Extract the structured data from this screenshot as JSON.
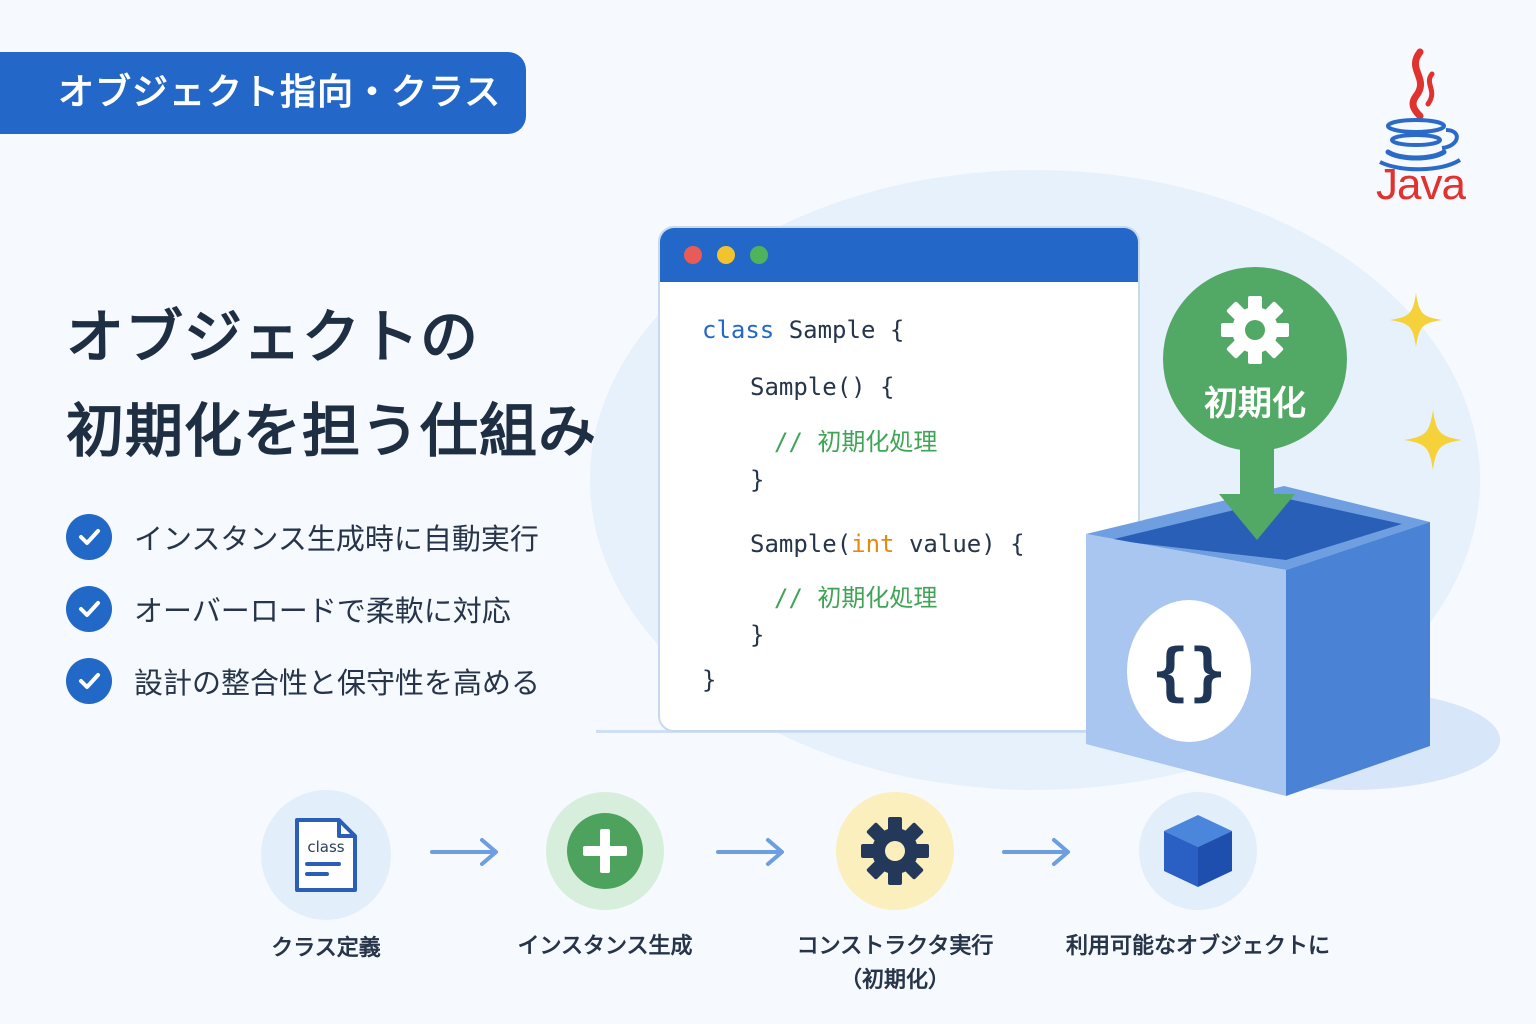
{
  "header": {
    "category": "オブジェクト指向・クラス"
  },
  "brand": {
    "logo_text": "Java"
  },
  "headline": {
    "line1": "オブジェクトの",
    "line2": "初期化を担う仕組み"
  },
  "features": [
    "インスタンス生成時に自動実行",
    "オーバーロードで柔軟に対応",
    "設計の整合性と保守性を高める"
  ],
  "code": {
    "l1_keyword": "class",
    "l1_rest": " Sample {",
    "l2": "Sample() {",
    "l3": "// 初期化処理",
    "l4": "}",
    "l5_a": "Sample(",
    "l5_type": "int",
    "l5_b": " value) {",
    "l6": "// 初期化処理",
    "l7": "}",
    "l8": "}"
  },
  "badge": {
    "label": "初期化",
    "icon": "gear-icon"
  },
  "cube": {
    "icon": "braces-icon",
    "text": "{}"
  },
  "flow": {
    "steps": [
      {
        "icon": "class-file-icon",
        "icon_text": "class",
        "label": "クラス定義"
      },
      {
        "icon": "plus-icon",
        "label": "インスタンス生成"
      },
      {
        "icon": "gear-icon",
        "label": "コンストラクタ実行",
        "label_sub": "（初期化）"
      },
      {
        "icon": "cube-icon",
        "label": "利用可能なオブジェクトに"
      }
    ]
  },
  "colors": {
    "primary": "#2368c9",
    "green": "#52a865",
    "comment": "#3fa455",
    "type_keyword": "#e28b12",
    "java_red": "#e0322f",
    "sparkle": "#f5d13a",
    "dot_red": "#e85b56",
    "dot_yellow": "#f3c22f",
    "dot_green": "#4fb35c"
  }
}
